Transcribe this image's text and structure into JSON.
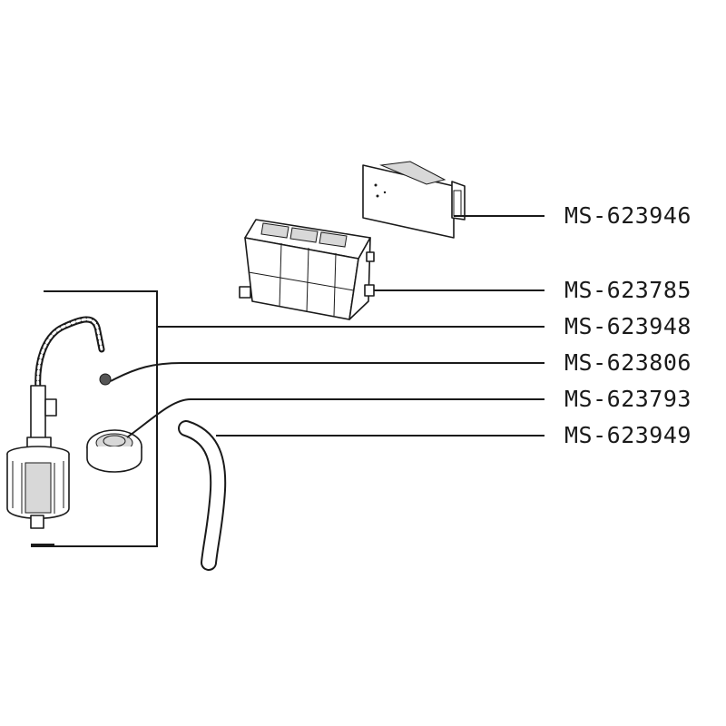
{
  "parts": [
    {
      "code": "MS-623946",
      "name": "circuit-board"
    },
    {
      "code": "MS-623785",
      "name": "housing-box"
    },
    {
      "code": "MS-623948",
      "name": "pump-assembly"
    },
    {
      "code": "MS-623806",
      "name": "ball"
    },
    {
      "code": "MS-623793",
      "name": "seal-ring"
    },
    {
      "code": "MS-623949",
      "name": "hose"
    }
  ],
  "colors": {
    "line": "#1a1a1a",
    "background": "#ffffff"
  }
}
